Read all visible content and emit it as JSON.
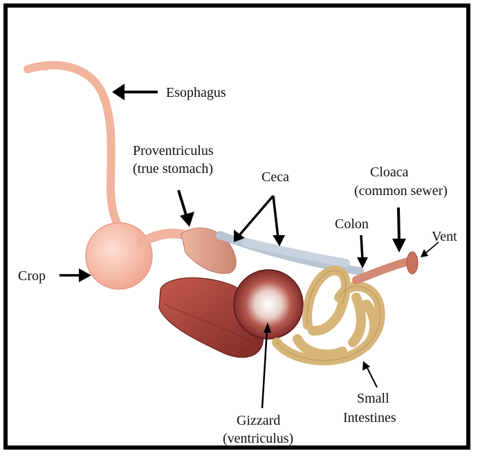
{
  "diagram": {
    "labels": {
      "esophagus": "Esophagus",
      "proventriculus_1": "Proventriculus",
      "proventriculus_2": "(true stomach)",
      "ceca": "Ceca",
      "cloaca_1": "Cloaca",
      "cloaca_2": "(common sewer)",
      "colon": "Colon",
      "vent": "Vent",
      "crop": "Crop",
      "gizzard_1": "Gizzard",
      "gizzard_2": "(ventriculus)",
      "small_intestines_1": "Small",
      "small_intestines_2": "Intestines"
    },
    "colors": {
      "esophagus": "#f4b8a0",
      "crop": "#f7c3b0",
      "proventriculus": "#d99b86",
      "ceca": "#b9c6d3",
      "liver": "#a8463d",
      "gizzard": "#8c2f2f",
      "intestine": "#d8b77a",
      "colon": "#d58d78"
    }
  }
}
